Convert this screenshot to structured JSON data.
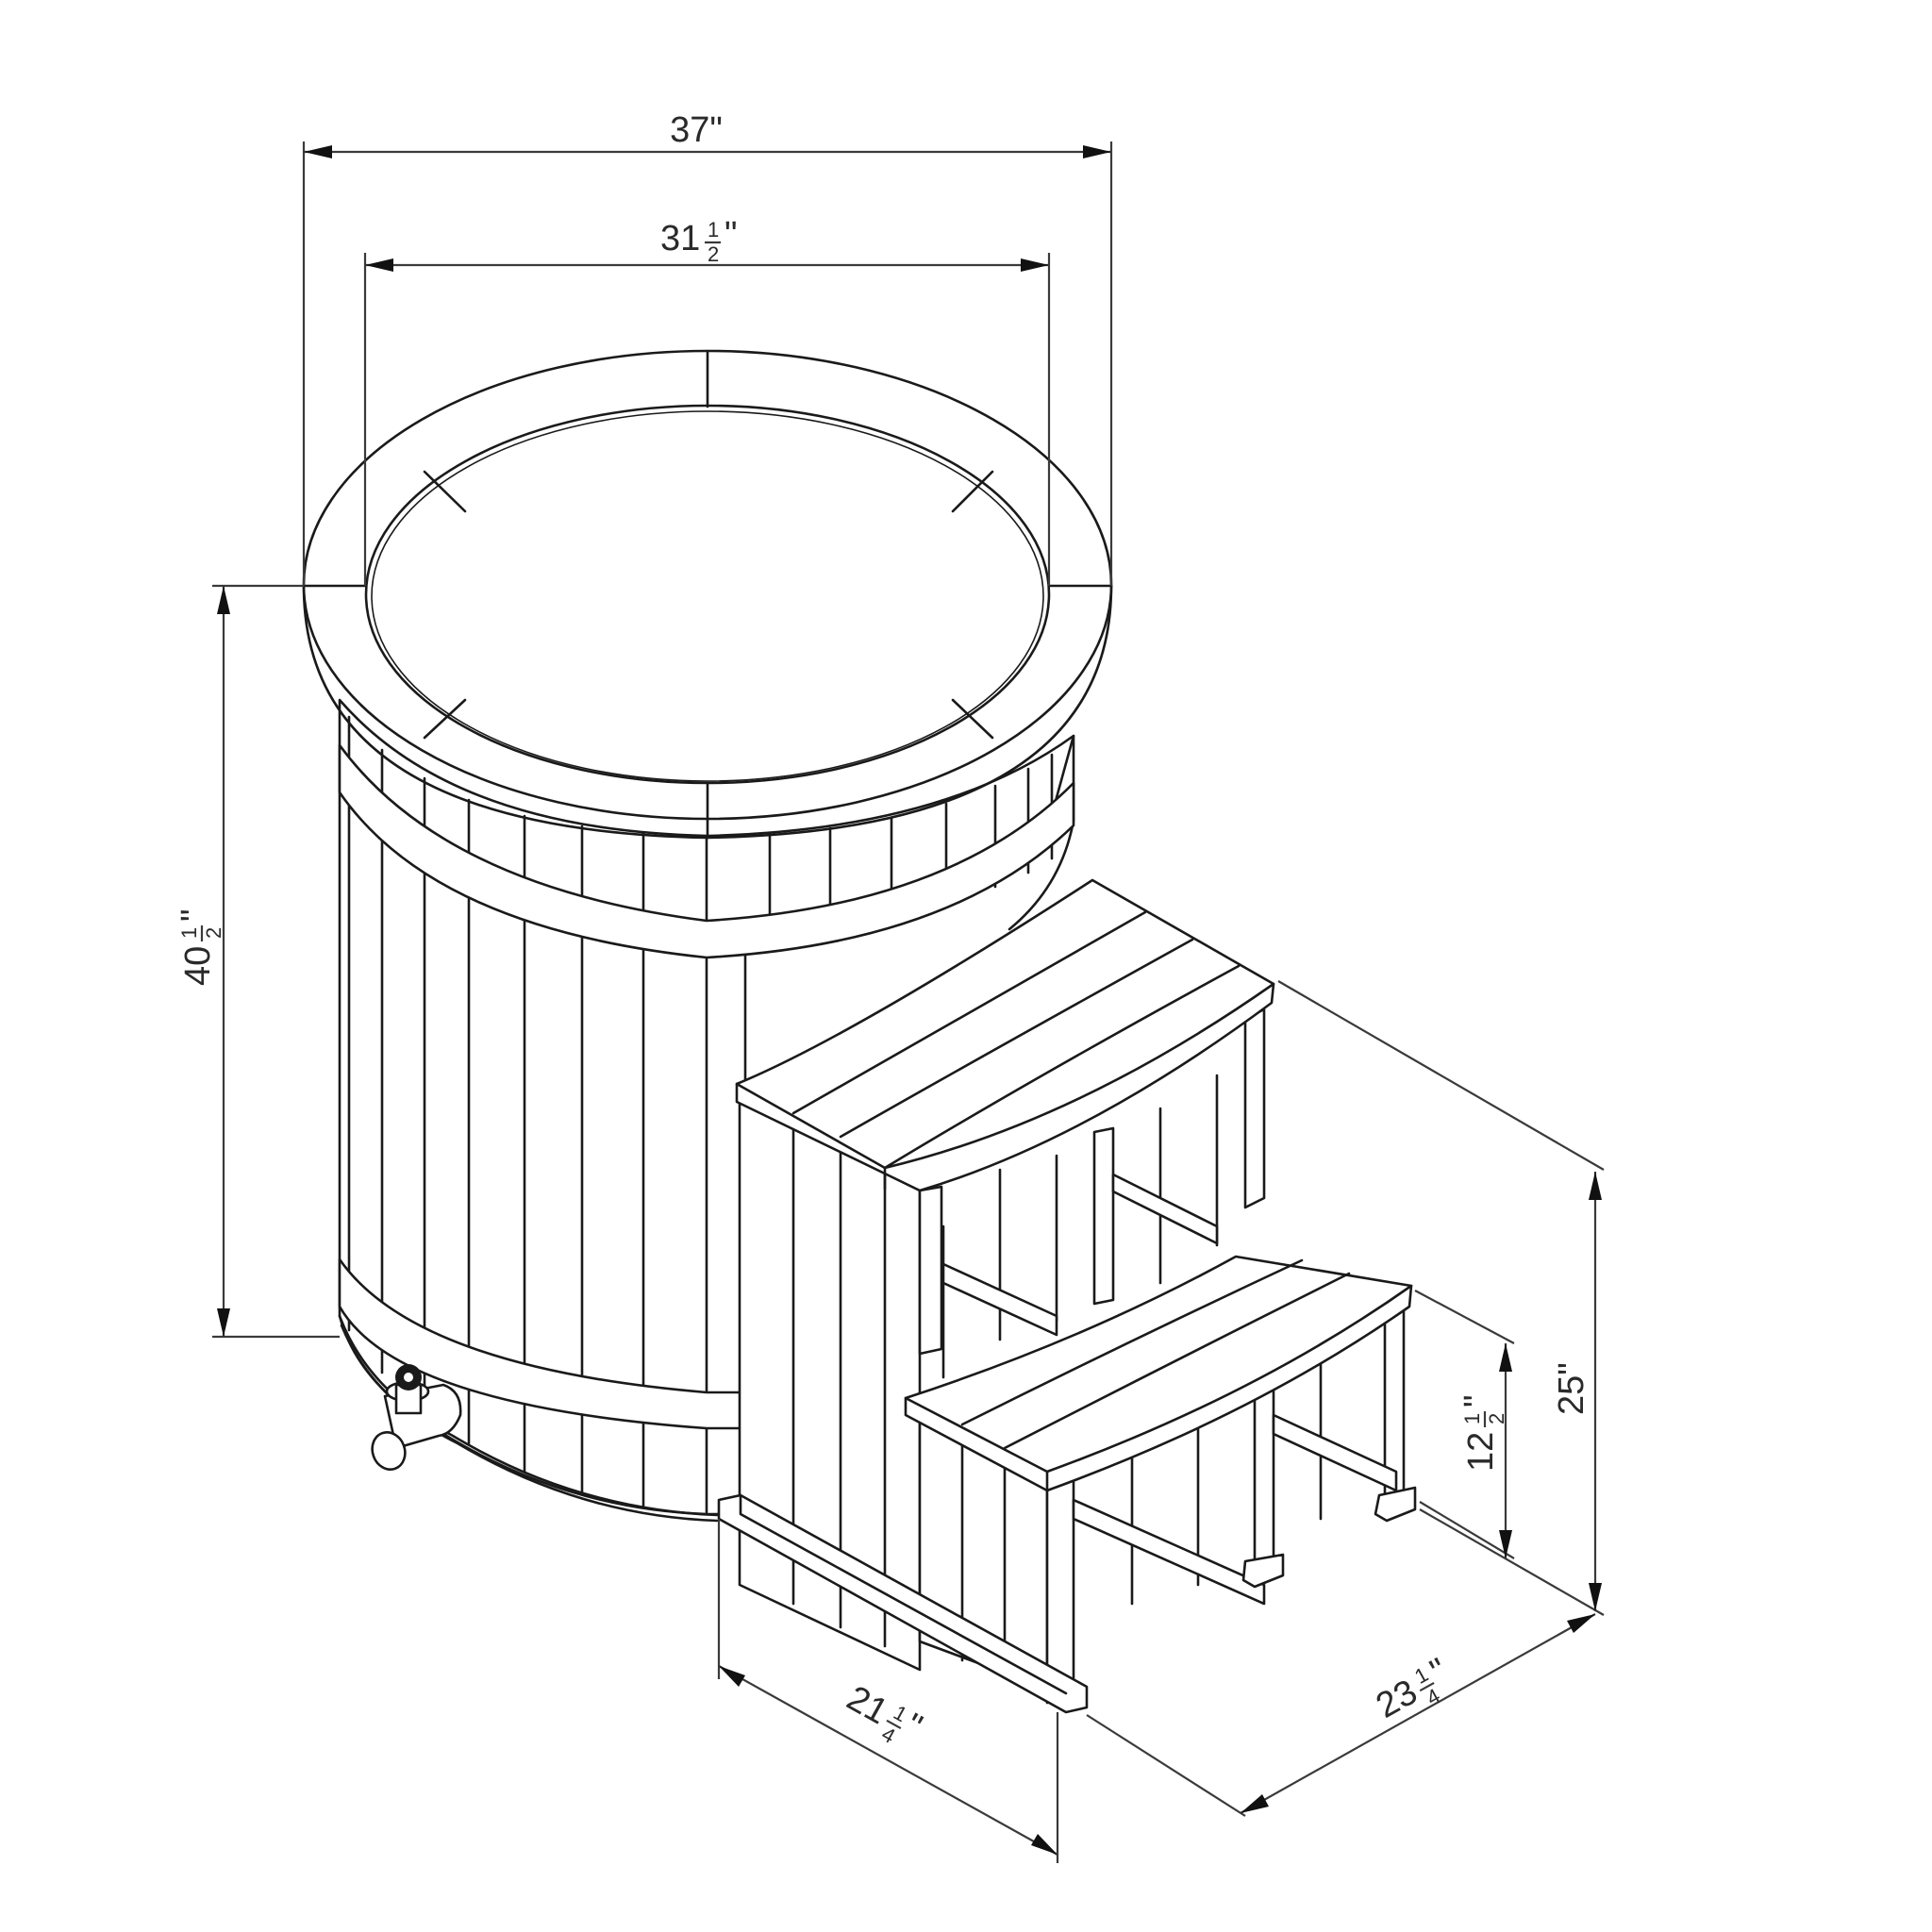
{
  "drawing": {
    "subject": "Round cold-plunge tub with two-step stair, isometric line drawing",
    "colors": {
      "line": "#1a1a1a",
      "dimension_line": "#3a3a3a",
      "background": "#ffffff"
    }
  },
  "dimensions": {
    "overall_diameter": {
      "whole": "37",
      "fraction_num": "",
      "fraction_den": "",
      "unit": "\""
    },
    "inner_diameter": {
      "whole": "31",
      "fraction_num": "1",
      "fraction_den": "2",
      "unit": "\""
    },
    "tub_height": {
      "whole": "40",
      "fraction_num": "1",
      "fraction_den": "2",
      "unit": "\""
    },
    "step_total_height": {
      "whole": "25",
      "fraction_num": "",
      "fraction_den": "",
      "unit": "\""
    },
    "lower_step_height": {
      "whole": "12",
      "fraction_num": "1",
      "fraction_den": "2",
      "unit": "\""
    },
    "step_width": {
      "whole": "21",
      "fraction_num": "1",
      "fraction_den": "4",
      "unit": "\""
    },
    "step_depth": {
      "whole": "23",
      "fraction_num": "1",
      "fraction_den": "4",
      "unit": "\""
    }
  },
  "components": {
    "tub": "tub-body",
    "rim": "tub-rim",
    "bands": [
      "upper-band",
      "lower-band"
    ],
    "valve": "drain-valve",
    "steps": [
      "upper-step",
      "lower-step"
    ]
  }
}
